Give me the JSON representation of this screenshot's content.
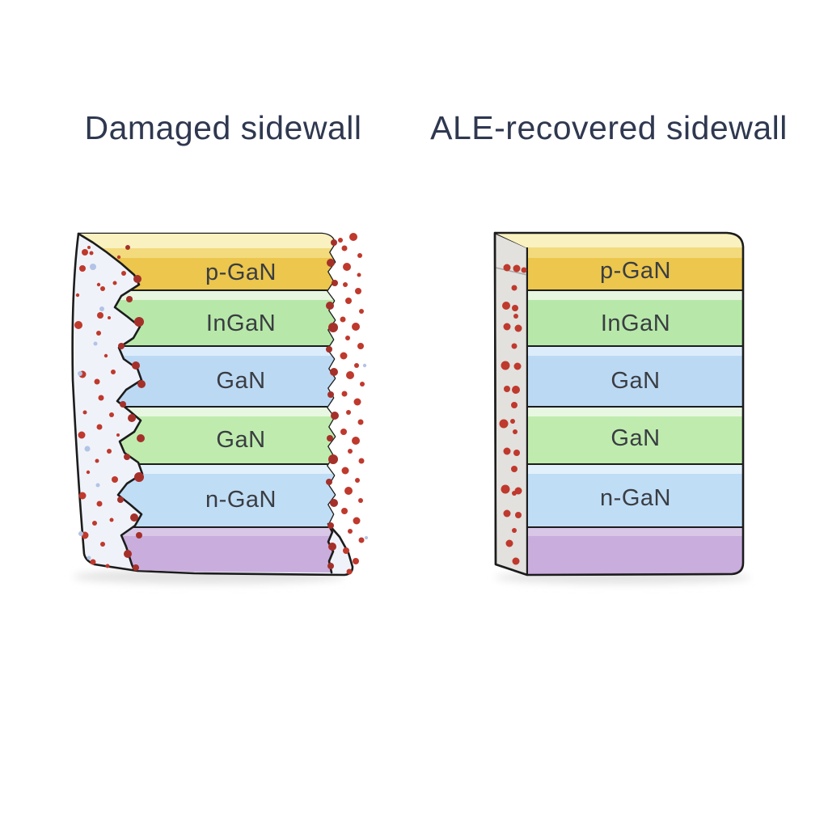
{
  "figure": {
    "background": "#ffffff",
    "outline_color": "#1c1c1c",
    "title_color": "#2f3850",
    "label_color": "#3a3d42"
  },
  "panels": {
    "damaged": {
      "title": "Damaged sidewall"
    },
    "recovered": {
      "title": "ALE-recovered sidewall"
    }
  },
  "layers": [
    {
      "label": "p-GaN",
      "color": "#ecc64d",
      "strip": "#f2da7d",
      "top_face": "#f9f1bf"
    },
    {
      "label": "InGaN",
      "color": "#b7e8a9",
      "strip": "#e6f6df"
    },
    {
      "label": "GaN",
      "color": "#bcd9f4",
      "strip": "#dcecfa"
    },
    {
      "label": "GaN",
      "color": "#bfecae",
      "strip": "#e8f7e1"
    },
    {
      "label": "n-GaN",
      "color": "#c0ddf6",
      "strip": "#e2f0fb"
    },
    {
      "label": "",
      "color": "#c9addd",
      "strip": "#d8c7e6"
    }
  ],
  "surfaces": {
    "side_face": "#e2e1de",
    "damage_zone": "#eff3f9",
    "shadow": "#e2e2e2"
  },
  "defects": {
    "red": "#bf392d",
    "deep_red": "#a5302a",
    "blue": "#b2c3e6",
    "damaged_left_zone": [
      [
        105,
        312,
        4
      ],
      [
        113,
        313,
        2.5
      ],
      [
        110,
        306,
        2
      ],
      [
        102,
        332,
        4
      ],
      [
        153,
        338,
        3
      ],
      [
        147,
        318,
        2.2
      ],
      [
        122,
        352,
        2.2
      ],
      [
        142,
        350,
        2.5
      ],
      [
        127,
        357,
        3
      ],
      [
        124,
        390,
        4
      ],
      [
        135,
        393,
        2
      ],
      [
        97,
        402,
        5
      ],
      [
        122,
        412,
        3
      ],
      [
        140,
        460,
        3
      ],
      [
        102,
        463,
        4.5
      ],
      [
        120,
        472,
        3.5
      ],
      [
        125,
        492,
        3.5
      ],
      [
        105,
        510,
        2.5
      ],
      [
        138,
        513,
        3
      ],
      [
        123,
        528,
        3.5
      ],
      [
        101,
        538,
        4.5
      ],
      [
        135,
        558,
        3
      ],
      [
        120,
        570,
        2.5
      ],
      [
        142,
        593,
        4
      ],
      [
        102,
        613,
        4.5
      ],
      [
        123,
        623,
        3.5
      ],
      [
        138,
        643,
        2.5
      ],
      [
        117,
        647,
        3
      ],
      [
        105,
        662,
        4.5
      ],
      [
        127,
        673,
        3
      ],
      [
        115,
        695,
        3.5
      ],
      [
        133,
        700,
        2.5
      ],
      [
        96,
        365,
        2.2
      ],
      [
        131,
        440,
        2.2
      ],
      [
        109,
        584,
        2.2
      ],
      [
        146,
        538,
        2
      ]
    ],
    "damaged_left_edge": [
      [
        170,
        345,
        5
      ],
      [
        160,
        370,
        4
      ],
      [
        172,
        398,
        6
      ],
      [
        150,
        428,
        4
      ],
      [
        168,
        452,
        5
      ],
      [
        175,
        475,
        5
      ],
      [
        152,
        500,
        4
      ],
      [
        163,
        517,
        5
      ],
      [
        174,
        542,
        5
      ],
      [
        157,
        565,
        4
      ],
      [
        172,
        590,
        6
      ],
      [
        149,
        618,
        4
      ],
      [
        166,
        640,
        5
      ],
      [
        172,
        662,
        4
      ],
      [
        158,
        685,
        5
      ],
      [
        168,
        702,
        4
      ],
      [
        158,
        306,
        3
      ]
    ],
    "damaged_right_zone": [
      [
        437,
        293,
        5
      ],
      [
        426,
        307,
        3.5
      ],
      [
        445,
        316,
        3
      ],
      [
        429,
        330,
        5
      ],
      [
        444,
        340,
        2.5
      ],
      [
        427,
        352,
        3
      ],
      [
        443,
        360,
        4
      ],
      [
        431,
        372,
        4
      ],
      [
        447,
        385,
        3
      ],
      [
        424,
        395,
        3.5
      ],
      [
        440,
        404,
        5
      ],
      [
        430,
        418,
        3
      ],
      [
        446,
        428,
        4
      ],
      [
        425,
        440,
        4.5
      ],
      [
        441,
        452,
        3
      ],
      [
        433,
        464,
        5
      ],
      [
        448,
        475,
        3
      ],
      [
        426,
        487,
        3.5
      ],
      [
        442,
        497,
        4.5
      ],
      [
        431,
        510,
        3
      ],
      [
        446,
        522,
        3.5
      ],
      [
        425,
        534,
        4
      ],
      [
        440,
        545,
        5
      ],
      [
        433,
        558,
        3
      ],
      [
        447,
        570,
        3.5
      ],
      [
        427,
        582,
        4.5
      ],
      [
        442,
        594,
        3
      ],
      [
        431,
        607,
        5
      ],
      [
        446,
        619,
        3
      ],
      [
        426,
        632,
        4
      ],
      [
        441,
        644,
        4.5
      ],
      [
        433,
        657,
        3
      ],
      [
        447,
        668,
        3.5
      ],
      [
        428,
        681,
        4
      ],
      [
        440,
        694,
        4
      ],
      [
        432,
        707,
        3.5
      ],
      [
        421,
        297,
        3
      ]
    ],
    "damaged_right_edge": [
      [
        413,
        300,
        4
      ],
      [
        409,
        325,
        5
      ],
      [
        414,
        350,
        4
      ],
      [
        408,
        378,
        5
      ],
      [
        412,
        405,
        6
      ],
      [
        407,
        432,
        4
      ],
      [
        413,
        460,
        5
      ],
      [
        409,
        488,
        4
      ],
      [
        414,
        514,
        5
      ],
      [
        408,
        542,
        4
      ],
      [
        412,
        568,
        6
      ],
      [
        407,
        596,
        4
      ],
      [
        413,
        622,
        5
      ],
      [
        409,
        650,
        4
      ],
      [
        411,
        676,
        5
      ],
      [
        409,
        700,
        4
      ]
    ],
    "damaged_blue": [
      [
        115,
        330,
        4
      ],
      [
        126,
        382,
        3
      ],
      [
        118,
        425,
        2.5
      ],
      [
        99,
        462,
        3
      ],
      [
        108,
        555,
        3.5
      ],
      [
        121,
        600,
        2.5
      ],
      [
        100,
        660,
        3
      ],
      [
        110,
        690,
        2.5
      ],
      [
        453,
        665,
        2
      ],
      [
        451,
        452,
        2.2
      ]
    ],
    "recovered_side": [
      [
        627,
        331,
        4.5
      ],
      [
        639,
        332,
        4.5
      ],
      [
        648,
        334,
        3.5
      ],
      [
        636,
        356,
        3.5
      ],
      [
        626,
        378,
        5
      ],
      [
        637,
        381,
        4
      ],
      [
        638,
        391,
        3
      ],
      [
        627,
        404,
        4.5
      ],
      [
        641,
        406,
        4.5
      ],
      [
        636,
        428,
        3.5
      ],
      [
        625,
        452,
        5.5
      ],
      [
        640,
        453,
        4.5
      ],
      [
        627,
        481,
        4
      ],
      [
        638,
        482,
        5
      ],
      [
        636,
        501,
        4
      ],
      [
        623,
        524,
        5.5
      ],
      [
        634,
        521,
        3
      ],
      [
        637,
        534,
        3
      ],
      [
        627,
        558,
        4.5
      ],
      [
        639,
        560,
        4
      ],
      [
        636,
        580,
        4
      ],
      [
        625,
        605,
        5.5
      ],
      [
        641,
        607,
        4.5
      ],
      [
        627,
        635,
        4.5
      ],
      [
        641,
        637,
        4
      ],
      [
        636,
        656,
        3
      ],
      [
        630,
        672,
        4.5
      ],
      [
        638,
        694,
        4.5
      ],
      [
        636,
        610,
        3
      ]
    ]
  }
}
